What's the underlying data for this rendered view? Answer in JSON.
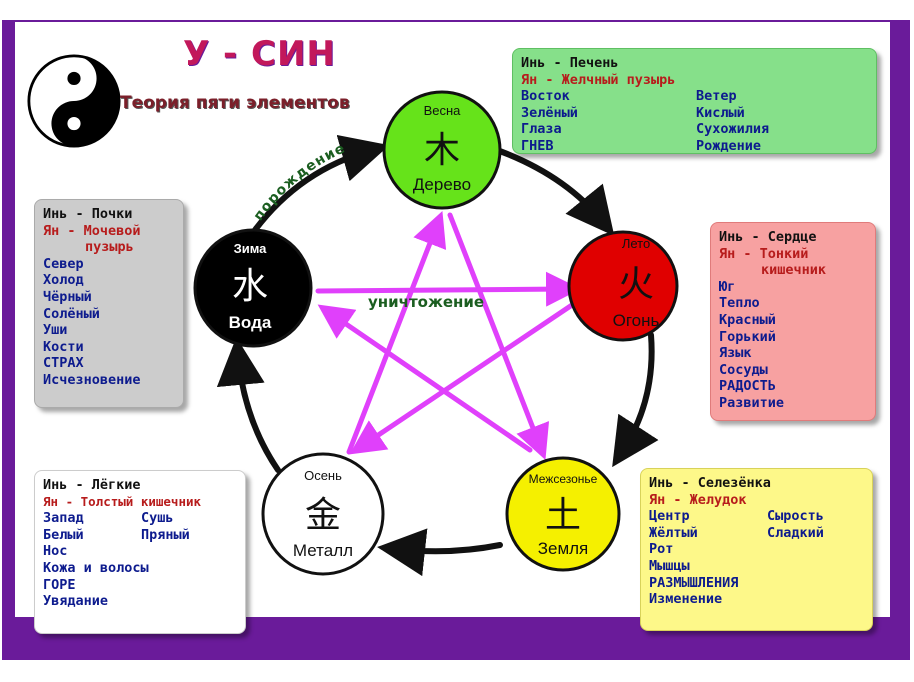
{
  "title": "У - СИН",
  "subtitle": "Теория пяти элементов",
  "arrow_labels": {
    "generation": "порождение",
    "destruction": "уничтожение"
  },
  "elements": {
    "wood": {
      "season": "Весна",
      "glyph": "木",
      "name": "Дерево",
      "color": "#66e31a"
    },
    "fire": {
      "season": "Лето",
      "glyph": "火",
      "name": "Огонь",
      "color": "#e00000"
    },
    "earth": {
      "season": "Межсезонье",
      "glyph": "土",
      "name": "Земля",
      "color": "#f5f000"
    },
    "metal": {
      "season": "Осень",
      "glyph": "金",
      "name": "Металл",
      "color": "#ffffff"
    },
    "water": {
      "season": "Зима",
      "glyph": "水",
      "name": "Вода",
      "color": "#000000"
    }
  },
  "boxes": {
    "wood": {
      "yin": "Инь - Печень",
      "yang": "Ян - Желчный пузырь",
      "items": [
        "Восток",
        "Ветер",
        "Зелёный",
        "Кислый",
        "Глаза",
        "Сухожилия",
        "ГНЕВ",
        "Рождение"
      ],
      "bg": "#86e08a"
    },
    "fire": {
      "yin": "Инь - Сердце",
      "yang1": "Ян - Тонкий",
      "yang2": "кишечник",
      "items": [
        "Юг",
        "Тепло",
        "Красный",
        "Горький",
        "Язык",
        "Сосуды",
        "РАДОСТЬ",
        "Развитие"
      ],
      "bg": "#f7a1a1"
    },
    "earth": {
      "yin": "Инь - Селезёнка",
      "yang": "Ян - Желудок",
      "pairs": [
        "Центр",
        "Сырость",
        "Жёлтый",
        "Сладкий"
      ],
      "items": [
        "Рот",
        "Мышцы",
        "РАЗМЫШЛЕНИЯ",
        "Изменение"
      ],
      "bg": "#fdf889"
    },
    "metal": {
      "yin": "Инь - Лёгкие",
      "yang": "Ян - Толстый кишечник",
      "pairs": [
        "Запад",
        "Сушь",
        "Белый",
        "Пряный"
      ],
      "items": [
        "Нос",
        "Кожа и волосы",
        "ГОРЕ",
        "Увядание"
      ],
      "bg": "#ffffff"
    },
    "water": {
      "yin": "Инь - Почки",
      "yang1": "Ян - Мочевой",
      "yang2": "пузырь",
      "items": [
        "Север",
        "Холод",
        "Чёрный",
        "Солёный",
        "Уши",
        "Кости",
        "СТРАХ",
        "Исчезновение"
      ],
      "bg": "#cccccc"
    }
  },
  "colors": {
    "frame": "#6a1b9a",
    "pentagram": "#e040fb",
    "cycle": "#111111"
  }
}
